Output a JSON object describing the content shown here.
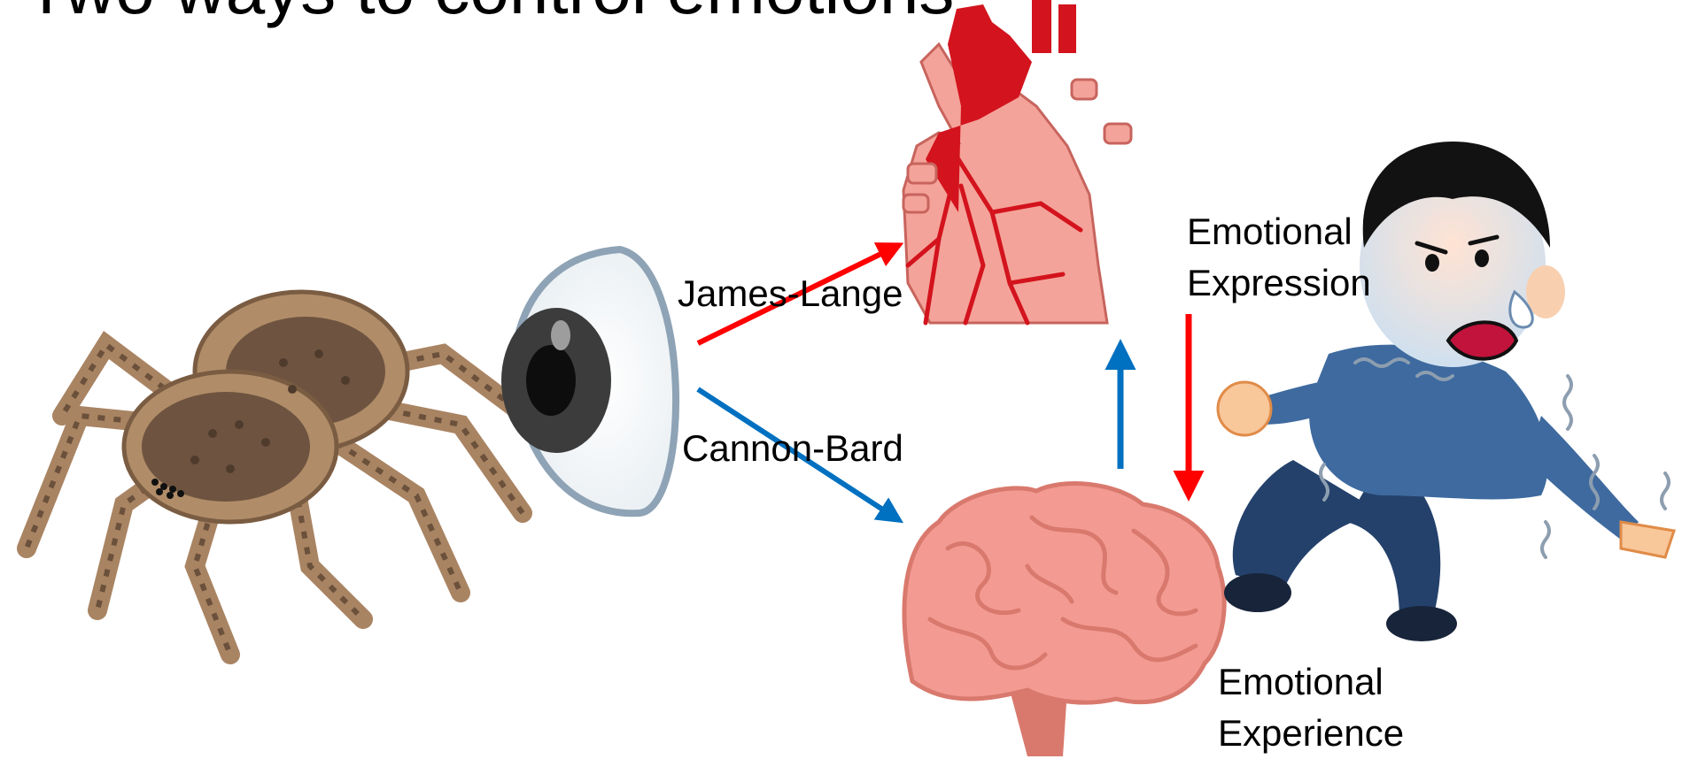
{
  "slide": {
    "title": "Two ways to control emotions"
  },
  "diagram": {
    "path_labels": {
      "james_lange": "James-Lange",
      "cannon_bard": "Cannon-Bard"
    },
    "nodes": {
      "expression": {
        "line1": "Emotional",
        "line2": "Expression"
      },
      "experience": {
        "line1": "Emotional",
        "line2": "Experience"
      }
    },
    "icons": {
      "stimulus": "tarantula-icon",
      "perception": "eye-icon",
      "body": "heart-icon",
      "brain": "brain-icon",
      "person": "frightened-man-icon"
    },
    "colors": {
      "james_lange": "#ff0000",
      "cannon_bard": "#0070c0"
    }
  }
}
